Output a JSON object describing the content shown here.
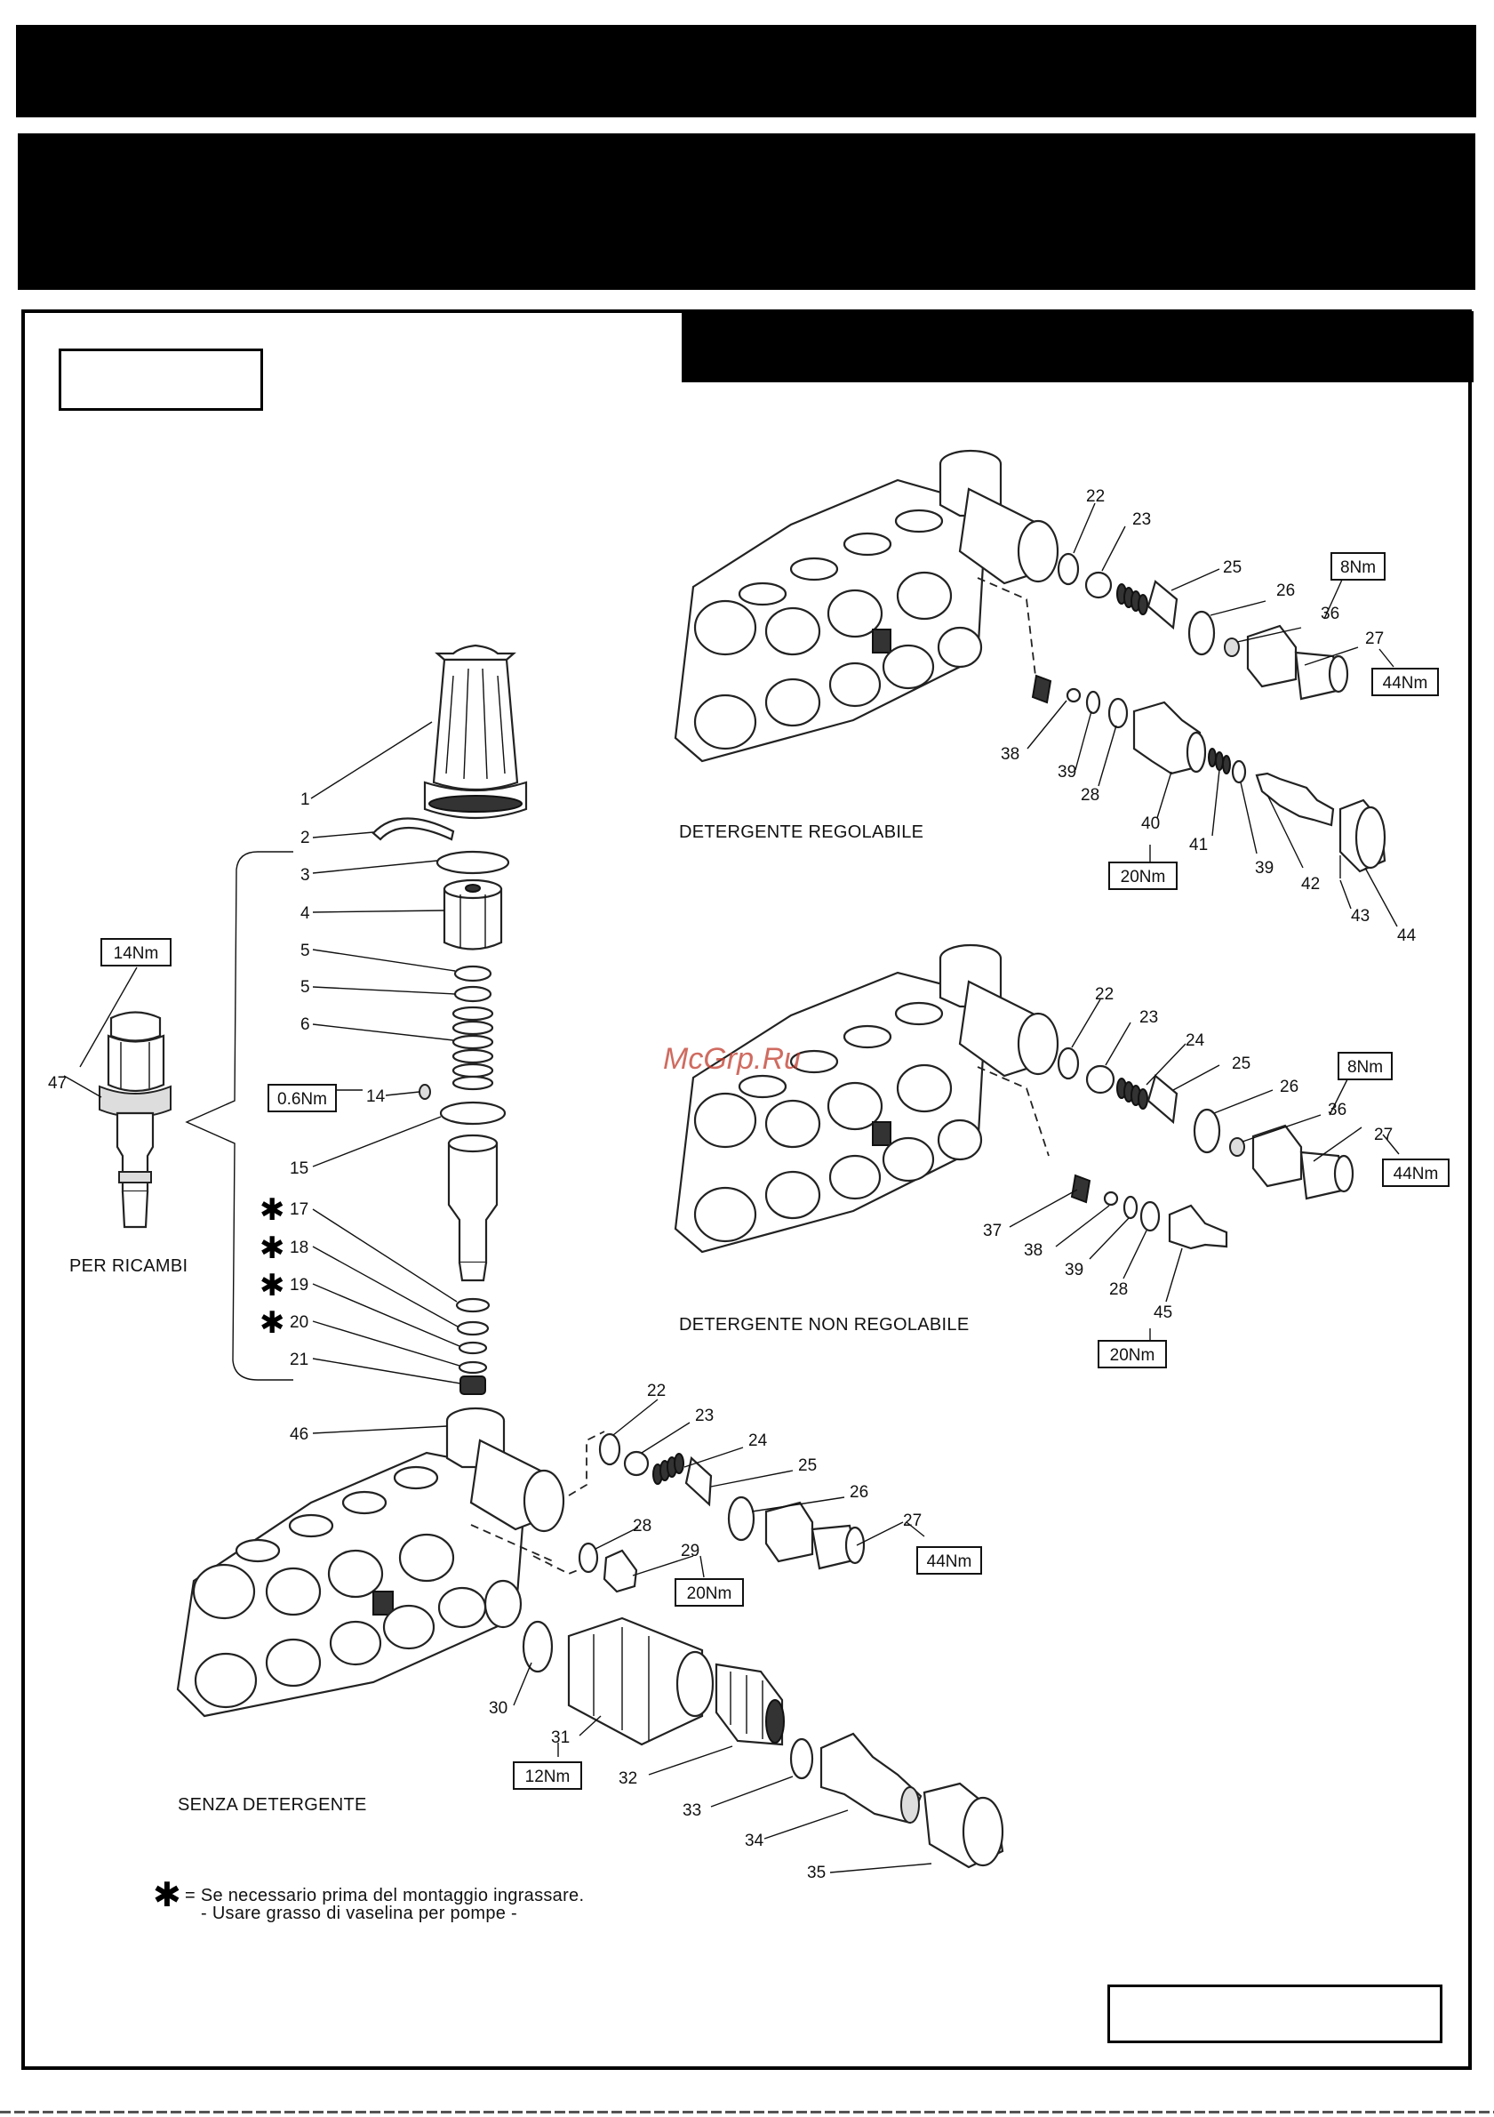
{
  "watermark": "McGrp.Ru",
  "variants": {
    "regolabile": "DETERGENTE REGOLABILE",
    "non_regolabile": "DETERGENTE NON REGOLABILE",
    "senza": "SENZA DETERGENTE",
    "ricambi": "PER RICAMBI"
  },
  "note": {
    "line1": "= Se necessario prima del montaggio ingrassare.",
    "line2": "- Usare grasso di vaselina per pompe -"
  },
  "labels": {
    "p1": "1",
    "p2": "2",
    "p3": "3",
    "p4": "4",
    "p5a": "5",
    "p5b": "5",
    "p6": "6",
    "p14": "14",
    "p15": "15",
    "p17": "17",
    "p18": "18",
    "p19": "19",
    "p20": "20",
    "p21": "21",
    "p46": "46",
    "p47": "47",
    "b22": "22",
    "b23": "23",
    "b24": "24",
    "b25": "25",
    "b26": "26",
    "b27": "27",
    "b28": "28",
    "b29": "29",
    "b30": "30",
    "b31": "31",
    "b32": "32",
    "b33": "33",
    "b34": "34",
    "b35": "35",
    "r22": "22",
    "r23": "23",
    "r25": "25",
    "r26": "26",
    "r36": "36",
    "r27": "27",
    "r38": "38",
    "r39": "39",
    "r28": "28",
    "r40": "40",
    "r41": "41",
    "r39b": "39",
    "r42": "42",
    "r43": "43",
    "r44": "44",
    "n22": "22",
    "n23": "23",
    "n24": "24",
    "n25": "25",
    "n26": "26",
    "n36": "36",
    "n27": "27",
    "n37": "37",
    "n38": "38",
    "n39": "39",
    "n28": "28",
    "n45": "45"
  },
  "torques": {
    "t47": "14Nm",
    "t14": "0.6Nm",
    "t29": "20Nm",
    "t27b": "44Nm",
    "t31": "12Nm",
    "r8": "8Nm",
    "r44": "44Nm",
    "r20": "20Nm",
    "n8": "8Nm",
    "n44": "44Nm",
    "n20": "20Nm"
  },
  "star_marked": [
    "17",
    "18",
    "19",
    "20"
  ]
}
